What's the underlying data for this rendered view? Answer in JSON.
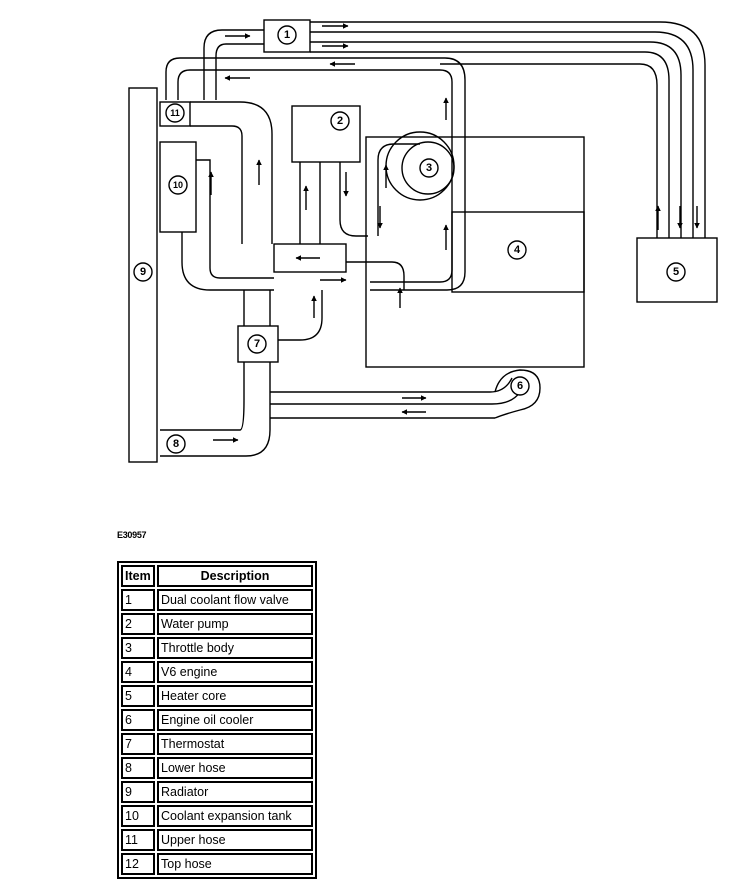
{
  "diagram": {
    "figure_id": "E30957",
    "callouts": [
      "1",
      "2",
      "3",
      "4",
      "5",
      "6",
      "7",
      "8",
      "9",
      "10",
      "11"
    ]
  },
  "legend": {
    "headers": {
      "item": "Item",
      "description": "Description"
    },
    "rows": [
      {
        "item": "1",
        "description": "Dual coolant flow valve"
      },
      {
        "item": "2",
        "description": "Water pump"
      },
      {
        "item": "3",
        "description": "Throttle body"
      },
      {
        "item": "4",
        "description": "V6 engine"
      },
      {
        "item": "5",
        "description": "Heater core"
      },
      {
        "item": "6",
        "description": "Engine oil cooler"
      },
      {
        "item": "7",
        "description": "Thermostat"
      },
      {
        "item": "8",
        "description": "Lower hose"
      },
      {
        "item": "9",
        "description": "Radiator"
      },
      {
        "item": "10",
        "description": "Coolant expansion tank"
      },
      {
        "item": "11",
        "description": "Upper hose"
      },
      {
        "item": "12",
        "description": "Top hose"
      }
    ]
  }
}
